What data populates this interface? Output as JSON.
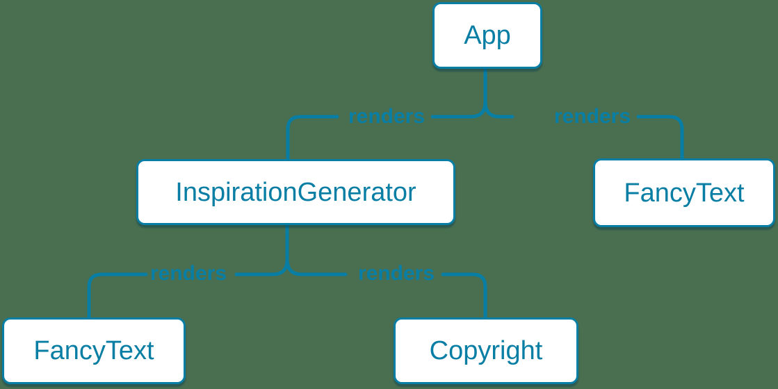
{
  "diagram": {
    "kind": "component-render-tree"
  },
  "colors": {
    "background": "#4a6f50",
    "accent_blue": "#087ea4",
    "node_fill": "#ffffff"
  },
  "nodes": [
    {
      "id": "app",
      "label": "App"
    },
    {
      "id": "inspiration-generator",
      "label": "InspirationGenerator"
    },
    {
      "id": "fancy-text-top",
      "label": "FancyText"
    },
    {
      "id": "fancy-text-bottom",
      "label": "FancyText"
    },
    {
      "id": "copyright",
      "label": "Copyright"
    }
  ],
  "edges": [
    {
      "from": "App",
      "to": "InspirationGenerator",
      "label": "renders"
    },
    {
      "from": "App",
      "to": "FancyText",
      "label": "renders"
    },
    {
      "from": "InspirationGenerator",
      "to": "FancyText",
      "label": "renders"
    },
    {
      "from": "InspirationGenerator",
      "to": "Copyright",
      "label": "renders"
    }
  ]
}
